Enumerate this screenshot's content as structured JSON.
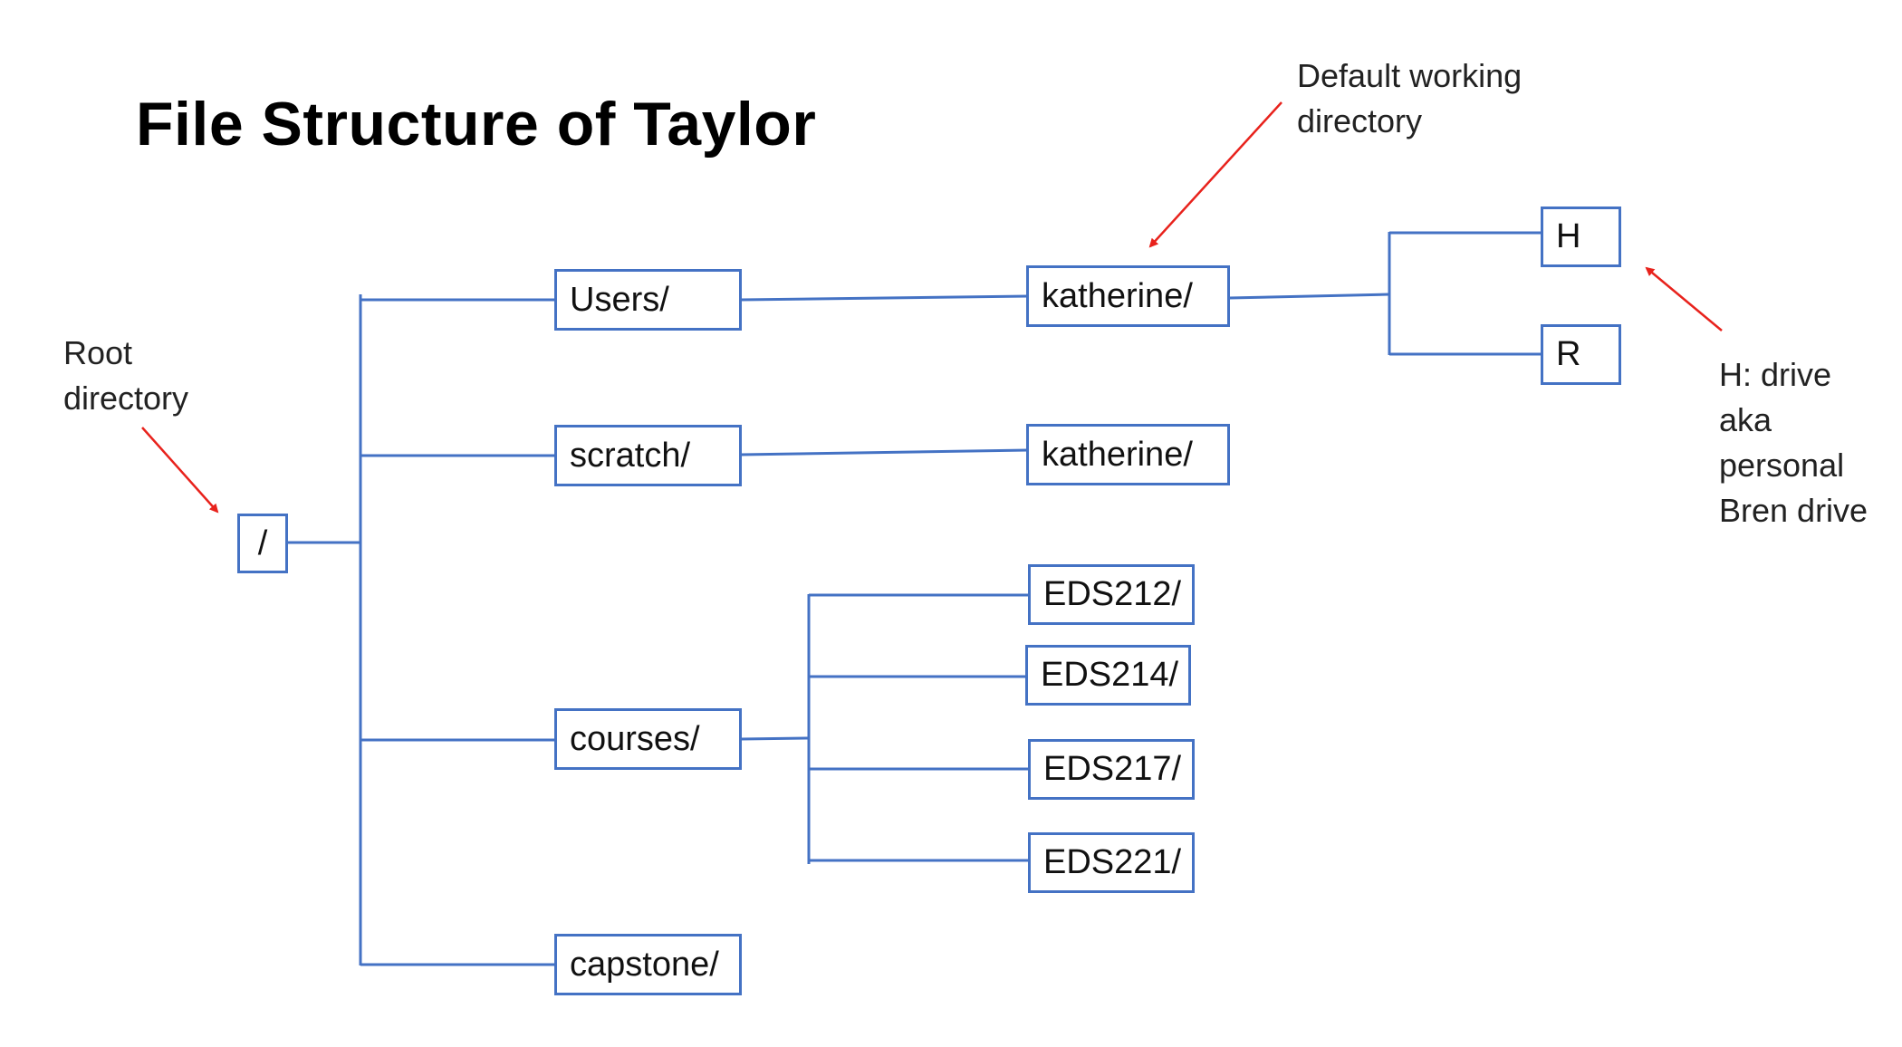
{
  "title": "File Structure of Taylor",
  "nodes": {
    "root": "/",
    "users": "Users/",
    "scratch": "scratch/",
    "courses": "courses/",
    "capstone": "capstone/",
    "katherine_users": "katherine/",
    "katherine_scratch": "katherine/",
    "h": "H",
    "r": "R",
    "eds212": "EDS212/",
    "eds214": "EDS214/",
    "eds217": "EDS217/",
    "eds221": "EDS221/"
  },
  "annotations": {
    "root": [
      "Root",
      "directory"
    ],
    "default_working": [
      "Default working",
      "directory"
    ],
    "h_drive": [
      "H: drive",
      "aka",
      "personal",
      "Bren drive"
    ]
  },
  "colors": {
    "box_border": "#4472c4",
    "connector": "#4472c4",
    "arrow": "#e8221c"
  }
}
